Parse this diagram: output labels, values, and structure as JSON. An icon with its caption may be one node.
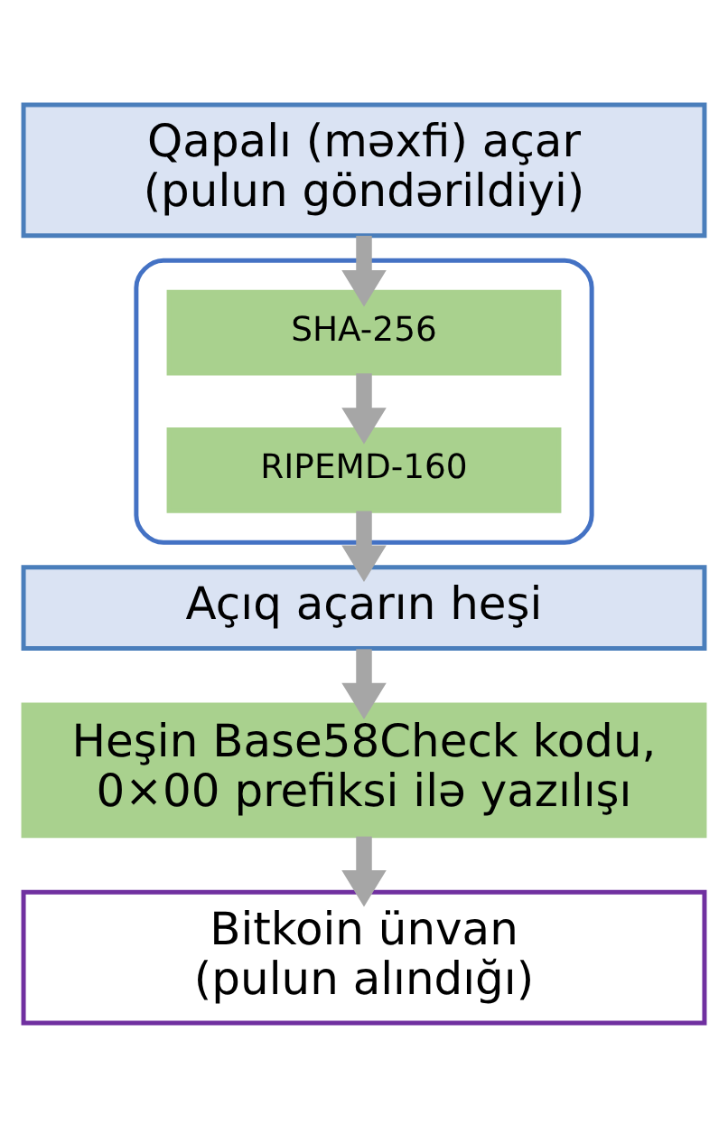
{
  "diagram": {
    "nodes": [
      {
        "text": [
          "Qapalı (məxfi) açar (pulun göndərildiyi)"
        ]
      },
      {
        "text": [],
        "shape": "box"
      },
      {
        "text": [
          "SHA-256"
        ],
        "in": 1
      },
      {
        "text": [
          "RIPEMD-160"
        ],
        "in": 1
      },
      {
        "text": [
          "Açıq açarın heşi"
        ]
      },
      {
        "text": [
          "Heşin Base58Check kodu, 0×00 prefiksi ilə yazılışı"
        ]
      },
      {
        "text": [
          "Bitkoin ünvan (pulun alındığı)"
        ]
      }
    ],
    "edges": [
      {
        "from": 0,
        "to": 2,
        "arrow": "to"
      },
      {
        "from": 2,
        "to": 3,
        "arrow": "to"
      },
      {
        "from": 3,
        "to": 4,
        "arrow": "to"
      },
      {
        "from": 4,
        "to": 5,
        "arrow": "to"
      },
      {
        "from": 5,
        "to": 6,
        "arrow": "to"
      }
    ]
  }
}
